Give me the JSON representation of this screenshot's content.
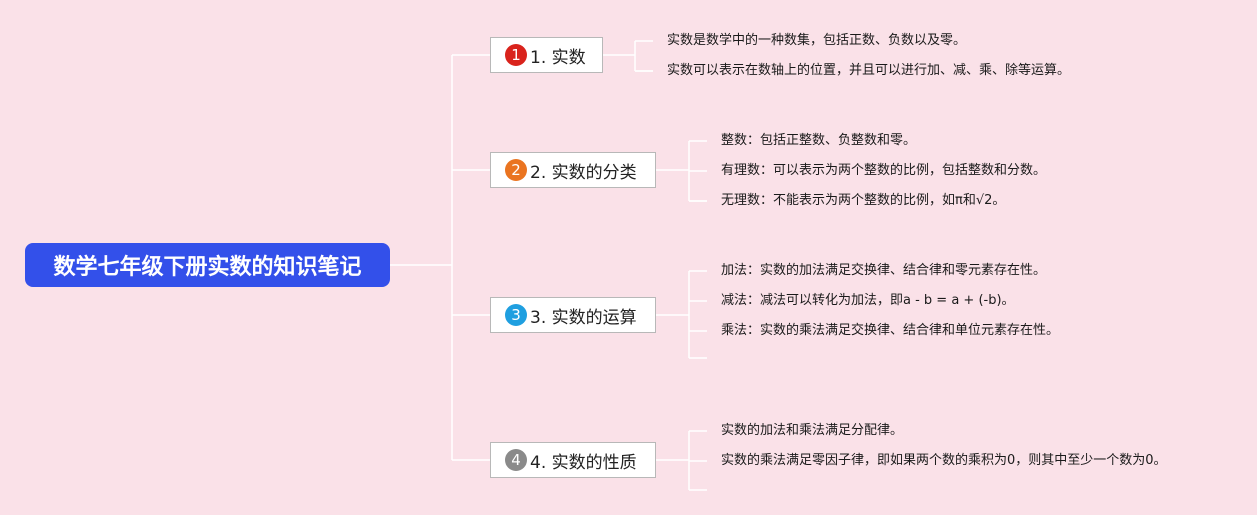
{
  "root": {
    "title": "数学七年级下册实数的知识笔记"
  },
  "branches": [
    {
      "number": "1",
      "label": "1. 实数",
      "badge_color": "#d9231c",
      "leaves": [
        "实数是数学中的一种数集，包括正数、负数以及零。",
        "实数可以表示在数轴上的位置，并且可以进行加、减、乘、除等运算。"
      ]
    },
    {
      "number": "2",
      "label": "2. 实数的分类",
      "badge_color": "#ea7420",
      "leaves": [
        "整数：包括正整数、负整数和零。",
        "有理数：可以表示为两个整数的比例，包括整数和分数。",
        "无理数：不能表示为两个整数的比例，如π和√2。"
      ]
    },
    {
      "number": "3",
      "label": "3. 实数的运算",
      "badge_color": "#1f9fe0",
      "leaves": [
        "加法：实数的加法满足交换律、结合律和零元素存在性。",
        "减法：减法可以转化为加法，即a - b = a + (-b)。",
        "乘法：实数的乘法满足交换律、结合律和单位元素存在性。"
      ]
    },
    {
      "number": "4",
      "label": "4. 实数的性质",
      "badge_color": "#8a8a8a",
      "leaves": [
        "实数的加法和乘法满足分配律。",
        "实数的乘法满足零因子律，即如果两个数的乘积为0，则其中至少一个数为0。"
      ]
    }
  ],
  "colors": {
    "background": "#fae1e8",
    "root_fill": "#3350ea",
    "connector": "#ffffff"
  }
}
